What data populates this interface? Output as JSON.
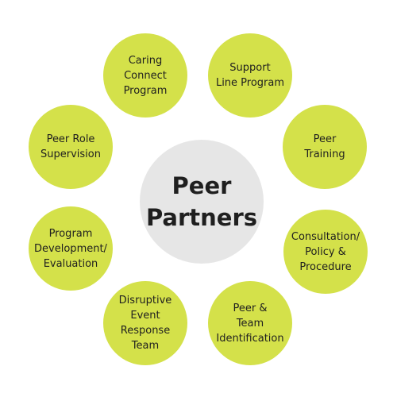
{
  "colors": {
    "node_fill": "#d4e14a",
    "center_fill": "#e6e6e6",
    "text": "#1f1f1f"
  },
  "center": {
    "label": "Peer\nPartners"
  },
  "nodes": [
    {
      "label": "Caring\nConnect\nProgram"
    },
    {
      "label": "Support\nLine Program"
    },
    {
      "label": "Peer\nTraining"
    },
    {
      "label": "Consultation/\nPolicy &\nProcedure"
    },
    {
      "label": "Peer &\nTeam\nIdentification"
    },
    {
      "label": "Disruptive\nEvent\nResponse\nTeam"
    },
    {
      "label": "Program\nDevelopment/\nEvaluation"
    },
    {
      "label": "Peer Role\nSupervision"
    }
  ]
}
